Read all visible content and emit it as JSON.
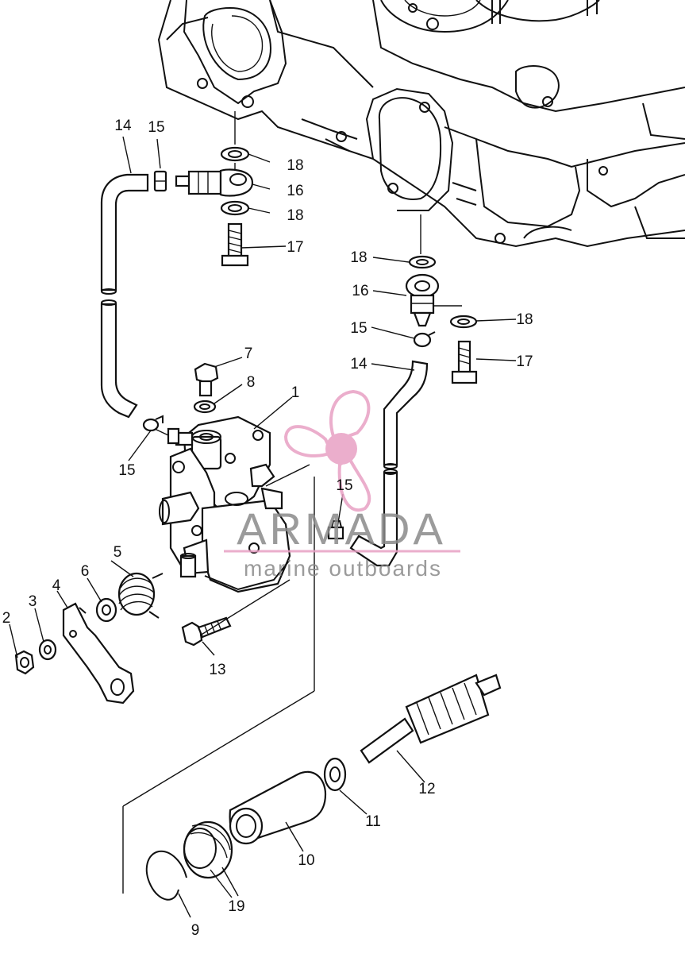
{
  "watermark": {
    "brand": "ARMADA",
    "tagline": "marine outboards",
    "brand_color": "#e8a0c4",
    "text_color": "#8a8a8a",
    "icon": "propeller-logo-icon"
  },
  "callouts": [
    {
      "id": "c14a",
      "label": "14"
    },
    {
      "id": "c15a",
      "label": "15"
    },
    {
      "id": "c18a",
      "label": "18"
    },
    {
      "id": "c16a",
      "label": "16"
    },
    {
      "id": "c18b",
      "label": "18"
    },
    {
      "id": "c17a",
      "label": "17"
    },
    {
      "id": "c18c",
      "label": "18"
    },
    {
      "id": "c16b",
      "label": "16"
    },
    {
      "id": "c15b",
      "label": "15"
    },
    {
      "id": "c18d",
      "label": "18"
    },
    {
      "id": "c14b",
      "label": "14"
    },
    {
      "id": "c17b",
      "label": "17"
    },
    {
      "id": "c7",
      "label": "7"
    },
    {
      "id": "c8",
      "label": "8"
    },
    {
      "id": "c1",
      "label": "1"
    },
    {
      "id": "c15c",
      "label": "15"
    },
    {
      "id": "c15d",
      "label": "15"
    },
    {
      "id": "c5",
      "label": "5"
    },
    {
      "id": "c6",
      "label": "6"
    },
    {
      "id": "c4",
      "label": "4"
    },
    {
      "id": "c3",
      "label": "3"
    },
    {
      "id": "c2",
      "label": "2"
    },
    {
      "id": "c13",
      "label": "13"
    },
    {
      "id": "c12",
      "label": "12"
    },
    {
      "id": "c11",
      "label": "11"
    },
    {
      "id": "c10",
      "label": "10"
    },
    {
      "id": "c19",
      "label": "19"
    },
    {
      "id": "c9",
      "label": "9"
    }
  ]
}
